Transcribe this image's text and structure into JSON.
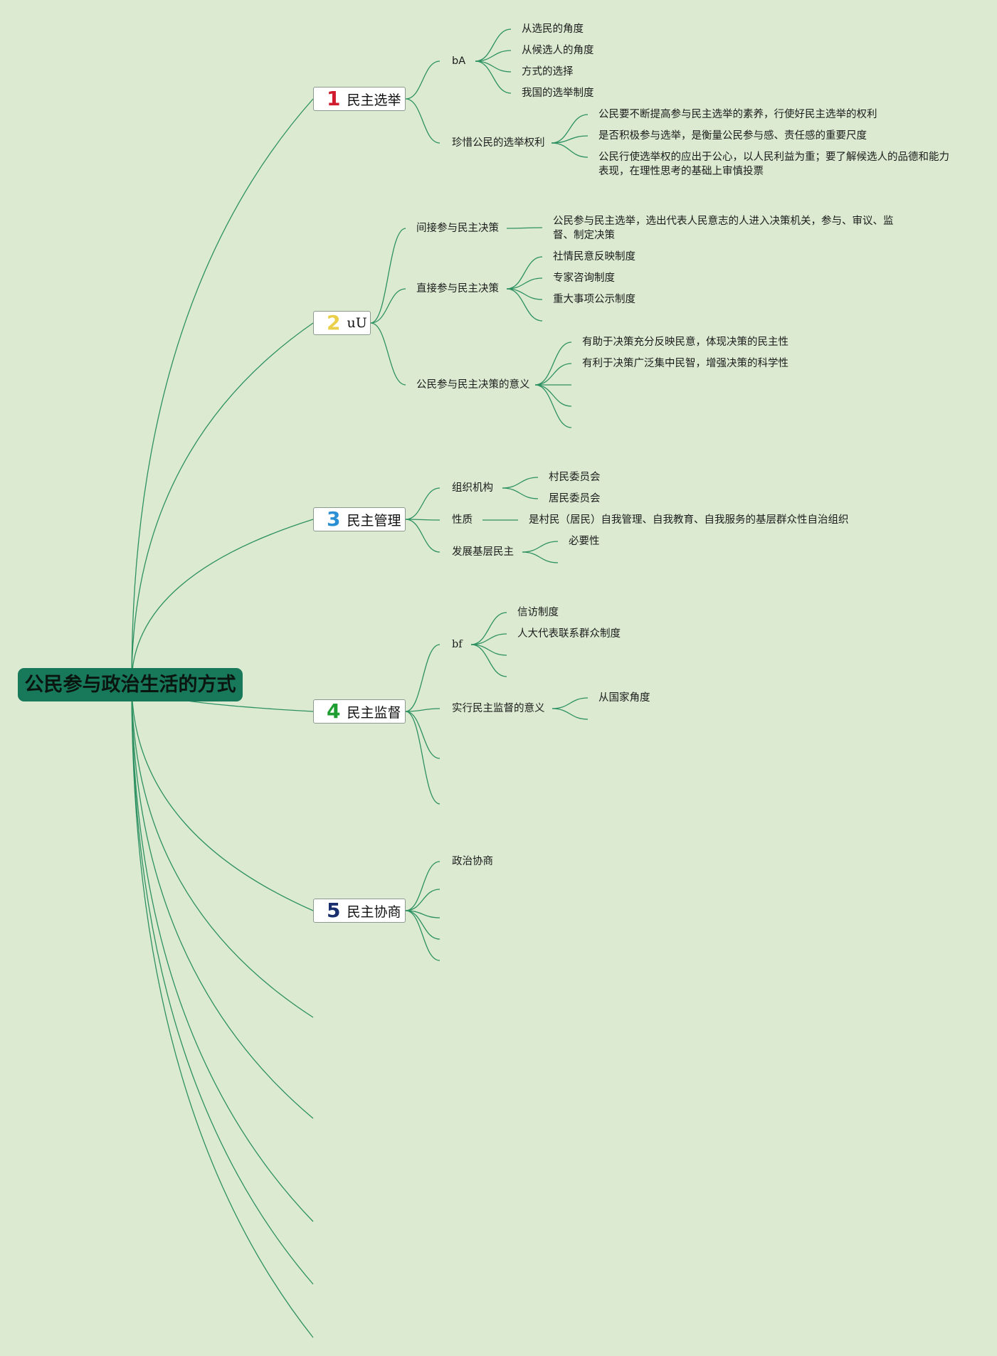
{
  "root": {
    "label": "公民参与政治生活的方式"
  },
  "branches": [
    {
      "num": "1",
      "num_color": "#d01c2e",
      "label": "民主选举",
      "children": [
        {
          "label": "bA",
          "children": [
            "从选民的角度",
            "从候选人的角度",
            "方式的选择",
            "我国的选举制度"
          ]
        },
        {
          "label": "珍惜公民的选举权利",
          "children": [
            "公民要不断提高参与民主选举的素养，行使好民主选举的权利",
            "是否积极参与选举，是衡量公民参与感、责任感的重要尺度",
            "公民行使选举权的应出于公心，以人民利益为重；要了解候选人的品德和能力表现，在理性思考的基础上审慎投票"
          ]
        }
      ]
    },
    {
      "num": "2",
      "num_color": "#e9cf4a",
      "label": "uU",
      "children": [
        {
          "label": "间接参与民主决策",
          "children": [
            "公民参与民主选举，选出代表人民意志的人进入决策机关，参与、审议、监督、制定决策"
          ]
        },
        {
          "label": "直接参与民主决策",
          "children": [
            "社情民意反映制度",
            "专家咨询制度",
            "重大事项公示制度",
            ""
          ]
        },
        {
          "label": "公民参与民主决策的意义",
          "children": [
            "有助于决策充分反映民意，体现决策的民主性",
            "有利于决策广泛集中民智，增强决策的科学性",
            "",
            "",
            ""
          ]
        }
      ]
    },
    {
      "num": "3",
      "num_color": "#2a8fd3",
      "label": "民主管理",
      "children": [
        {
          "label": "组织机构",
          "children": [
            "村民委员会",
            "居民委员会"
          ]
        },
        {
          "label": "性质",
          "children": [
            "是村民（居民）自我管理、自我教育、自我服务的基层群众性自治组织"
          ]
        },
        {
          "label": "发展基层民主",
          "children": [
            "必要性",
            ""
          ]
        }
      ]
    },
    {
      "num": "4",
      "num_color": "#1e9e32",
      "label": "民主监督",
      "children": [
        {
          "label": "bf",
          "children": [
            "信访制度",
            "人大代表联系群众制度",
            "",
            ""
          ]
        },
        {
          "label": "实行民主监督的意义",
          "children": [
            "从国家角度",
            ""
          ]
        },
        {
          "label": "",
          "children": []
        },
        {
          "label": "",
          "children": []
        }
      ]
    },
    {
      "num": "5",
      "num_color": "#1a2f6e",
      "label": "民主协商",
      "children": [
        {
          "label": "政治协商",
          "children": []
        },
        {
          "label": "",
          "children": []
        },
        {
          "label": "",
          "children": []
        },
        {
          "label": "",
          "children": []
        },
        {
          "label": "",
          "children": []
        }
      ]
    }
  ]
}
